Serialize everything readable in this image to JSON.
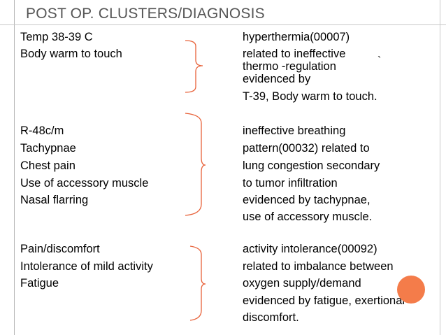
{
  "slide": {
    "title": "POST OP. CLUSTERS/DIAGNOSIS",
    "stray_mark": "`",
    "accent_color": "#e8623a",
    "dot_color": "#f47c4a"
  },
  "clusters": [
    {
      "cues": [
        "Temp 38-39 C",
        "Body warm to touch"
      ],
      "diagnosis": [
        "hyperthermia(00007)",
        "related to ineffective",
        "thermo -regulation",
        "evidenced by",
        "T-39, Body warm to touch."
      ]
    },
    {
      "cues": [
        "R-48c/m",
        "Tachypnae",
        "Chest pain",
        "Use of accessory muscle",
        "Nasal flarring"
      ],
      "diagnosis": [
        "ineffective breathing",
        "pattern(00032) related to",
        "lung congestion secondary",
        "to tumor infiltration",
        "evidenced by tachypnae,",
        "use of accessory muscle."
      ]
    },
    {
      "cues": [
        "Pain/discomfort",
        "Intolerance of mild activity",
        "Fatigue"
      ],
      "diagnosis": [
        "activity intolerance(00092)",
        "related to imbalance between",
        "oxygen supply/demand",
        "evidenced by fatigue, exertional",
        "discomfort."
      ]
    }
  ]
}
